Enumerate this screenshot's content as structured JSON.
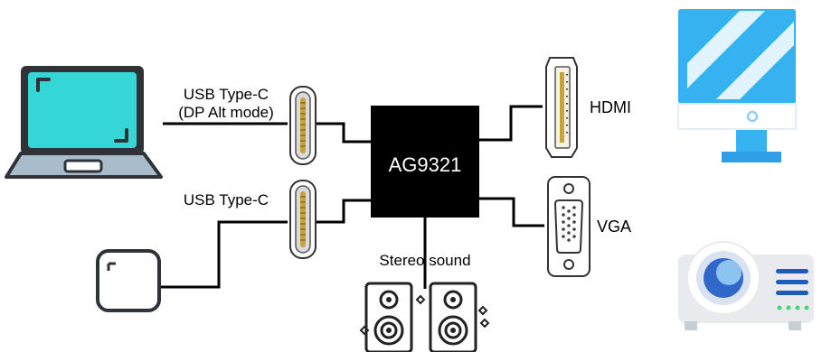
{
  "diagram": {
    "chip": {
      "label": "AG9321",
      "fill": "#000000",
      "text_color": "#ffffff"
    },
    "inputs": {
      "usb_c_dp": {
        "line1": "USB Type-C",
        "line2": "(DP Alt mode)"
      },
      "usb_c_power": {
        "label": "USB Type-C"
      }
    },
    "outputs": {
      "hdmi": {
        "label": "HDMI"
      },
      "vga": {
        "label": "VGA"
      },
      "audio": {
        "label": "Stereo sound"
      }
    },
    "colors": {
      "laptop_frame": "#2f3337",
      "laptop_screen": "#35d6d6",
      "laptop_base": "#a9bccb",
      "monitor_screen": "#35b2f0",
      "monitor_stand": "#2e9ee6",
      "projector_body": "#e8eaee",
      "projector_lens": "#2f68c8",
      "projector_lights": "#49d47a"
    },
    "icons": [
      "laptop-icon",
      "power-adapter-icon",
      "usb-c-connector-icon",
      "hdmi-connector-icon",
      "vga-connector-icon",
      "speaker-icon",
      "monitor-icon",
      "projector-icon"
    ]
  }
}
